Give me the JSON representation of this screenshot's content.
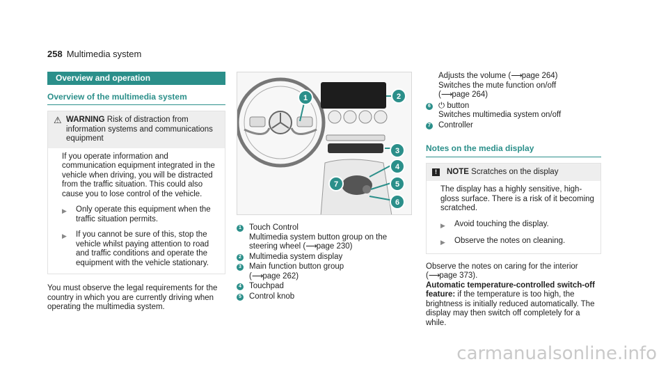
{
  "header": {
    "page_number": "258",
    "section": "Multimedia system"
  },
  "col1": {
    "banner": "Overview and operation",
    "subheading": "Overview of the multimedia system",
    "warning": {
      "label": "WARNING",
      "title_text": "Risk of distraction from information systems and communications equipment",
      "body": "If you operate information and communication equipment integrated in the vehicle when driving, you will be distracted from the traffic situation. This could also cause you to lose control of the vehicle.",
      "bullets": [
        "Only operate this equipment when the traffic situation permits.",
        "If you cannot be sure of this, stop the vehicle whilst paying attention to road and traffic conditions and operate the equipment with the vehicle stationary."
      ]
    },
    "paragraph": "You must observe the legal requirements for the country in which you are currently driving when operating the multimedia system."
  },
  "col2": {
    "callouts": [
      "1",
      "2",
      "3",
      "4",
      "5",
      "6",
      "7"
    ],
    "items": [
      {
        "n": "1",
        "title": "Touch Control",
        "lines": [
          "Multimedia system button group on the steering wheel (",
          "page 230)"
        ]
      },
      {
        "n": "2",
        "title": "Multimedia system display"
      },
      {
        "n": "3",
        "title": "Main function button group",
        "lines": [
          "(",
          "page 262)"
        ]
      },
      {
        "n": "4",
        "title": "Touchpad"
      },
      {
        "n": "5",
        "title": "Control knob"
      }
    ]
  },
  "col3": {
    "cont_lines": [
      "Adjusts the volume (",
      "page 264)",
      "Switches the mute function on/off",
      "(",
      "page 264)"
    ],
    "item6": {
      "n": "6",
      "title": "button",
      "desc": "Switches multimedia system on/off"
    },
    "item7": {
      "n": "7",
      "title": "Controller"
    },
    "subheading": "Notes on the media display",
    "note": {
      "label": "NOTE",
      "title_text": "Scratches on the display",
      "body": "The display has a highly sensitive, high-gloss surface. There is a risk of it becoming scratched.",
      "bullet": "Avoid touching the display.",
      "bullet2": "Observe the notes on cleaning."
    },
    "para1a": "Observe the notes on caring for the interior",
    "para1b": "(",
    "para1c": "page 373).",
    "bold_lead": "Automatic temperature-controlled switch-off feature:",
    "para2": "if the temperature is too high, the brightness is initially reduced automatically. The display may then switch off completely for a while."
  },
  "watermark": "carmanualsonline.info",
  "colors": {
    "accent": "#2b8f8a"
  }
}
